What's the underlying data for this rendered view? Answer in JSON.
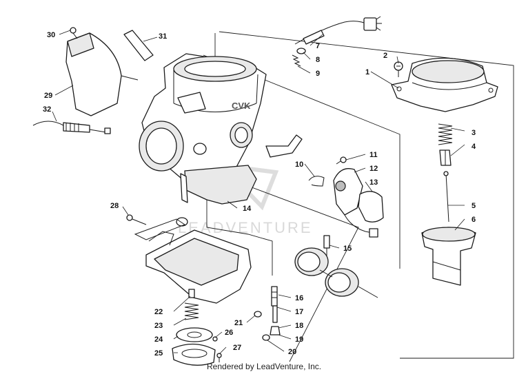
{
  "diagram": {
    "footer": "Rendered by LeadVenture, Inc.",
    "watermark_text": "LEADVENTURE",
    "callouts": [
      "1",
      "2",
      "3",
      "4",
      "5",
      "6",
      "7",
      "8",
      "9",
      "10",
      "11",
      "12",
      "13",
      "14",
      "15",
      "16",
      "17",
      "18",
      "19",
      "20",
      "21",
      "22",
      "23",
      "24",
      "25",
      "26",
      "27",
      "28",
      "29",
      "30",
      "31",
      "32"
    ]
  }
}
